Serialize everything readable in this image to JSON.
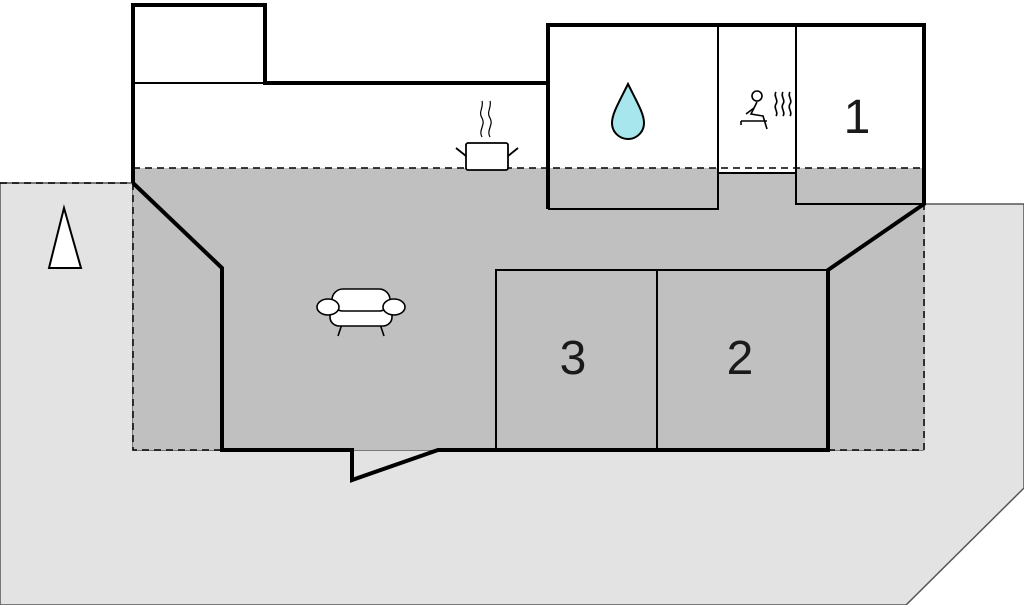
{
  "rooms": {
    "bedroom_1": {
      "number": "1"
    },
    "bedroom_2": {
      "number": "2"
    },
    "bedroom_3": {
      "number": "3"
    }
  },
  "icons": {
    "north": "north-arrow-icon",
    "bathroom": "water-drop-icon",
    "sauna": "sauna-icon",
    "kitchen": "cooking-pot-icon",
    "living": "sofa-icon"
  },
  "colors": {
    "terrace": "#e3e3e3",
    "covered_area": "#c0c0c0",
    "walls": "#000000",
    "water_drop": "#a8e6ee"
  }
}
